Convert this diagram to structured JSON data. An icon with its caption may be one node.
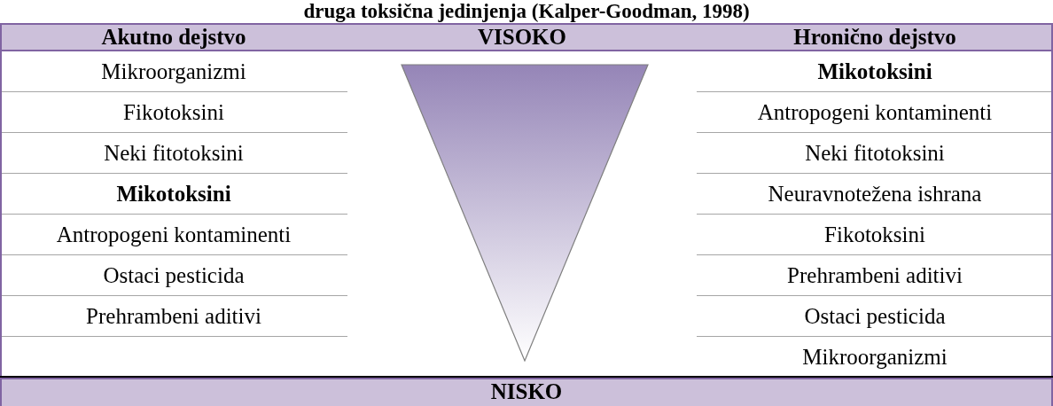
{
  "diagram": {
    "title": "druga toksična jedinjenja (Kalper-Goodman, 1998)",
    "nodes": [
      {
        "text": [],
        "shape": "triangle"
      }
    ],
    "edges": [],
    "labels": [
      "Akutno dejstvo",
      "VISOKO",
      "Hronično dejstvo",
      "Mikroorganizmi",
      "Mikotoksini",
      "Fikotoksini",
      "Antropogeni kontaminenti",
      "Neki fitotoksini",
      "Neki fitotoksini",
      "Mikotoksini",
      "Neuravnotežena ishrana",
      "Antropogeni kontaminenti",
      "Fikotoksini",
      "Ostaci pesticida",
      "Prehrambeni aditivi",
      "Prehrambeni aditivi",
      "Ostaci pesticida",
      "Mikroorganizmi",
      "NISKO"
    ]
  }
}
